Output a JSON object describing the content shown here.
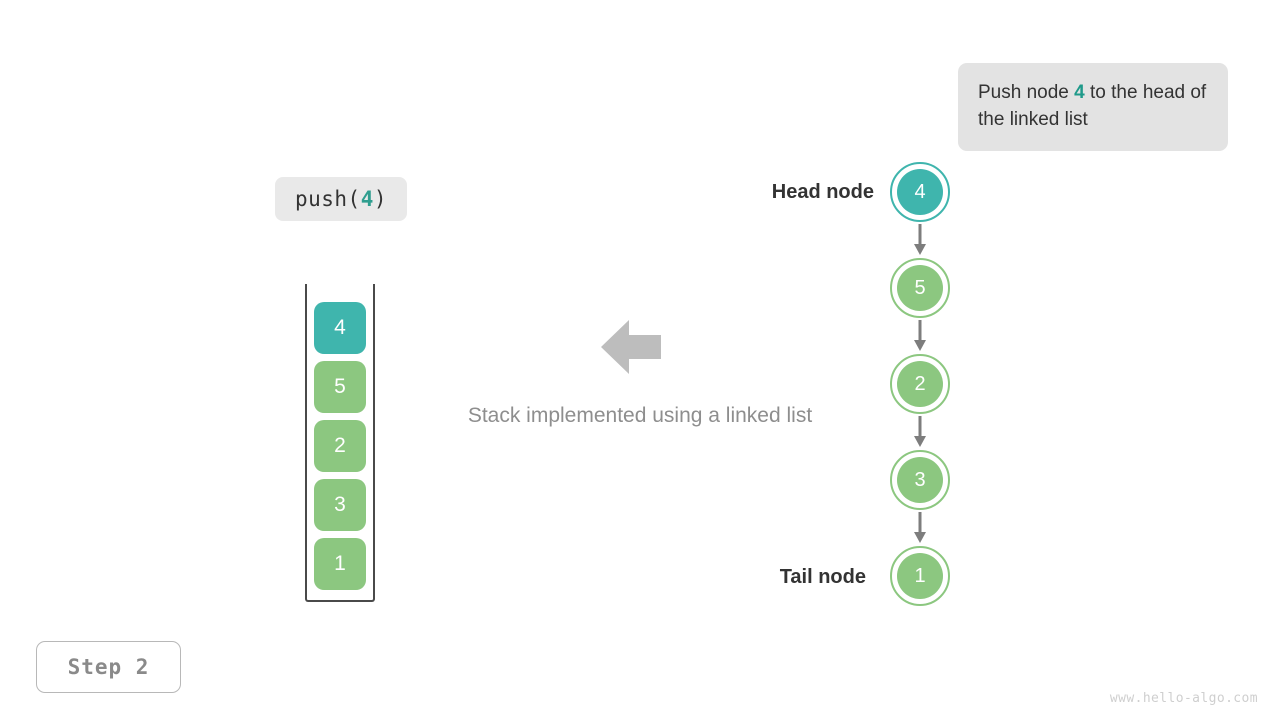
{
  "callout": {
    "text_before": "Push node ",
    "highlight": "4",
    "text_after": " to the head of the linked list"
  },
  "operation": {
    "prefix": "push(",
    "value": "4",
    "suffix": ")"
  },
  "stack": {
    "cells": [
      {
        "value": "4",
        "color": "teal"
      },
      {
        "value": "5",
        "color": "green"
      },
      {
        "value": "2",
        "color": "green"
      },
      {
        "value": "3",
        "color": "green"
      },
      {
        "value": "1",
        "color": "green"
      }
    ]
  },
  "middle": {
    "caption": "Stack implemented using a linked list",
    "arrow_direction": "left"
  },
  "linked_list": {
    "head_label": "Head node",
    "tail_label": "Tail node",
    "nodes": [
      {
        "value": "4",
        "color": "teal"
      },
      {
        "value": "5",
        "color": "green"
      },
      {
        "value": "2",
        "color": "green"
      },
      {
        "value": "3",
        "color": "green"
      },
      {
        "value": "1",
        "color": "green"
      }
    ]
  },
  "step_badge": "Step 2",
  "watermark": "www.hello-algo.com",
  "colors": {
    "teal": "#3fb5ad",
    "green": "#8cc780",
    "highlight_text": "#1f9a8a",
    "callout_bg": "#e3e3e3",
    "label_bg": "#e9e9e9",
    "caption_text": "#8e8e8e",
    "arrow_gray": "#bdbdbd",
    "connector_gray": "#7d7d7d",
    "container_stroke": "#4a4a4a"
  }
}
